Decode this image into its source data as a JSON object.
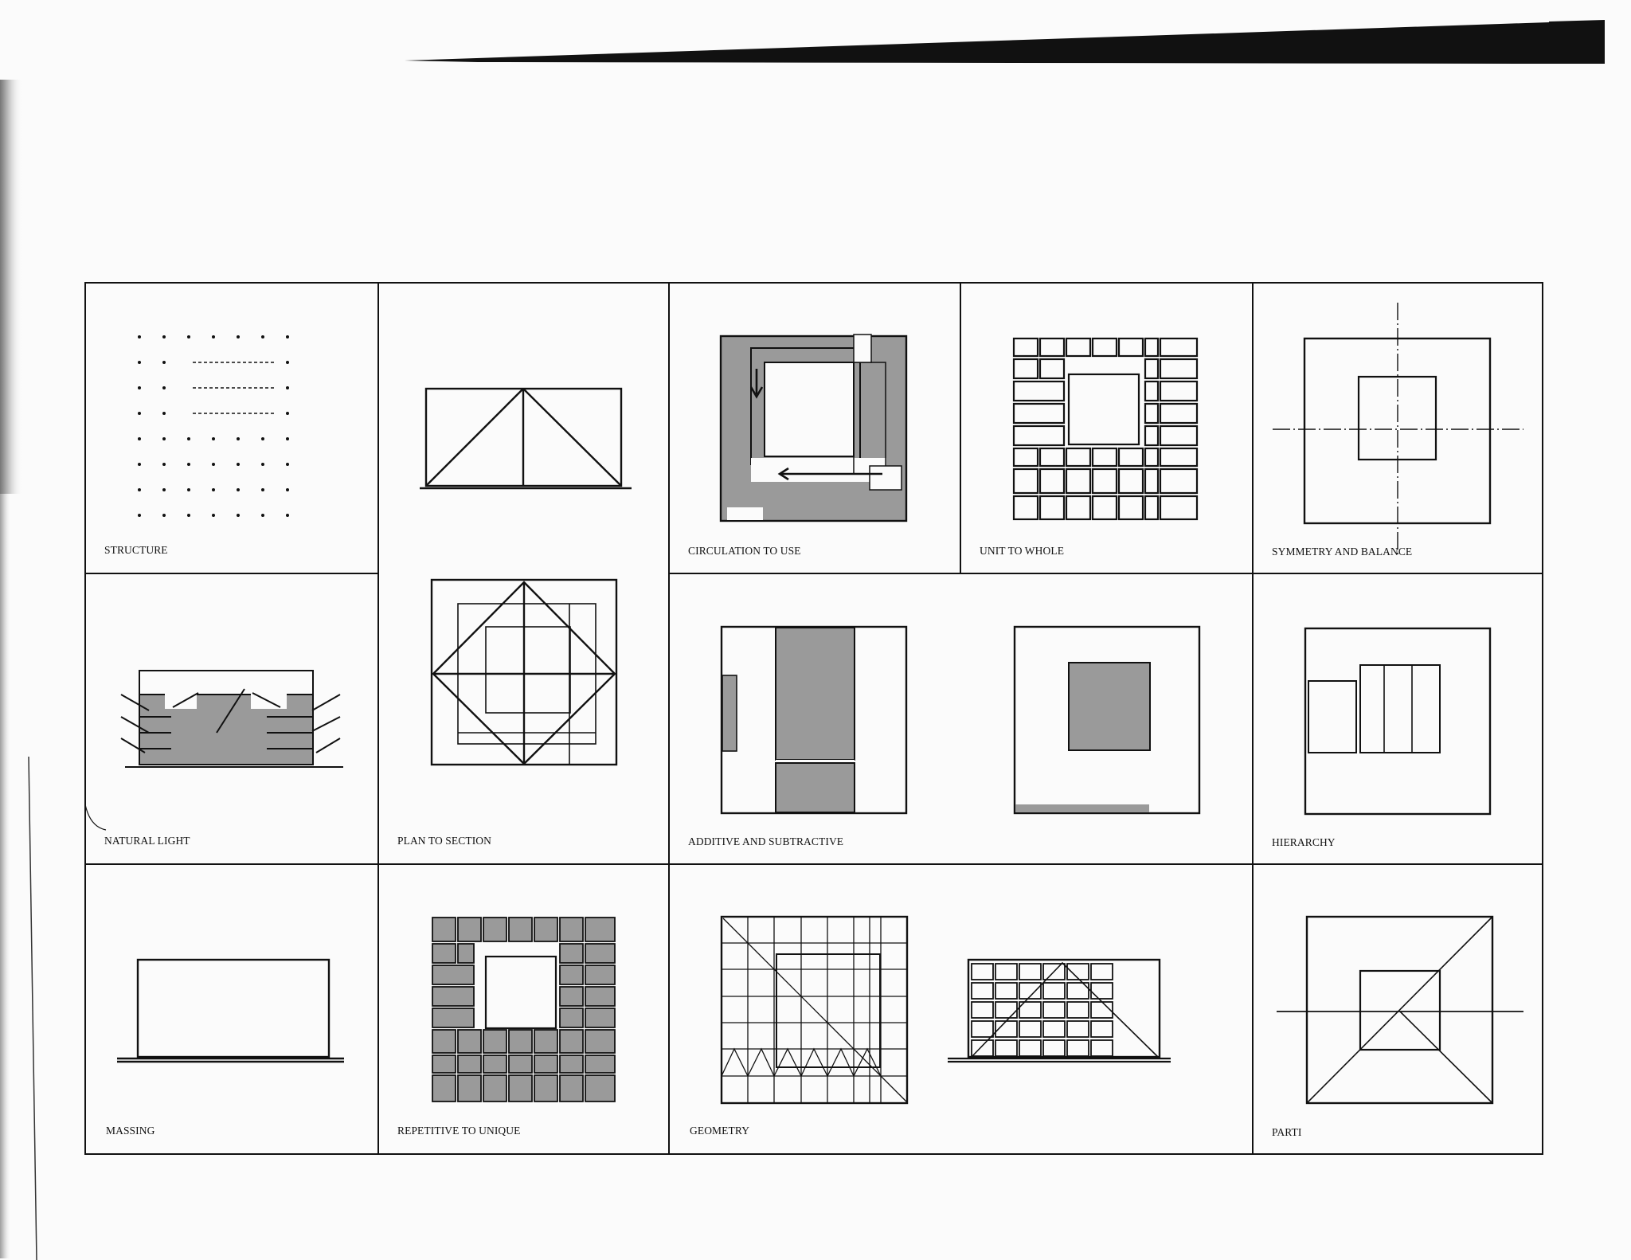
{
  "board": {
    "cells": [
      {
        "id": "structure",
        "label": "STRUCTURE"
      },
      {
        "id": "plan-to-section",
        "label": "PLAN TO SECTION"
      },
      {
        "id": "circulation",
        "label": "CIRCULATION TO USE"
      },
      {
        "id": "unit-to-whole",
        "label": "UNIT TO WHOLE"
      },
      {
        "id": "symmetry",
        "label": "SYMMETRY AND BALANCE"
      },
      {
        "id": "natural-light",
        "label": "NATURAL LIGHT"
      },
      {
        "id": "additive",
        "label": "ADDITIVE AND SUBTRACTIVE"
      },
      {
        "id": "hierarchy",
        "label": "HIERARCHY"
      },
      {
        "id": "massing",
        "label": "MASSING"
      },
      {
        "id": "repetitive",
        "label": "REPETITIVE TO UNIQUE"
      },
      {
        "id": "geometry",
        "label": "GEOMETRY"
      },
      {
        "id": "parti",
        "label": "PARTI"
      }
    ]
  },
  "colors": {
    "ink": "#111111",
    "tone": "#9a9a9a",
    "paper": "#fbfbfb"
  }
}
